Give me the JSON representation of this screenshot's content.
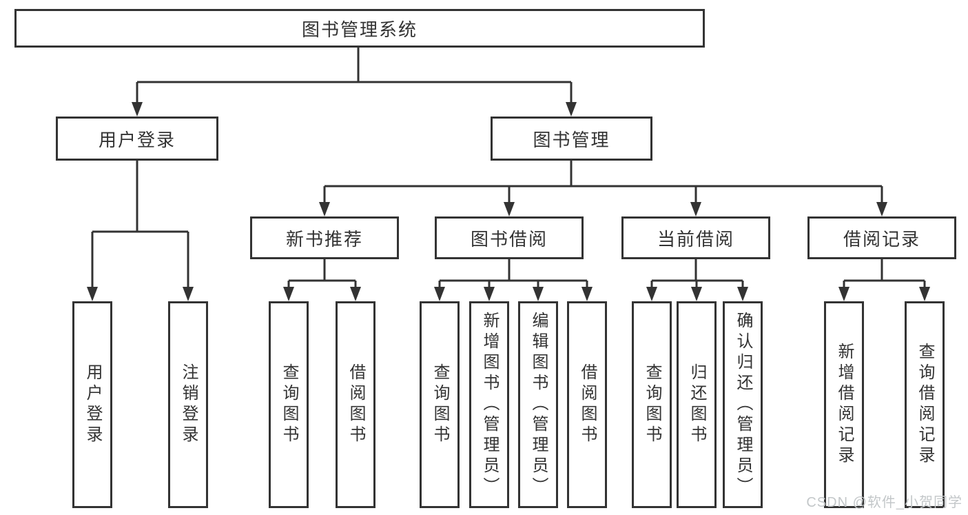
{
  "diagram": {
    "root": {
      "label": "图书管理系统"
    },
    "modules": [
      {
        "label": "用户登录",
        "children": [
          {
            "label": "用户登录"
          },
          {
            "label": "注销登录"
          }
        ]
      },
      {
        "label": "图书管理",
        "submodules": [
          {
            "label": "新书推荐",
            "children": [
              {
                "label": "查询图书"
              },
              {
                "label": "借阅图书"
              }
            ]
          },
          {
            "label": "图书借阅",
            "children": [
              {
                "label": "查询图书"
              },
              {
                "label": "新增图书（管理员）"
              },
              {
                "label": "编辑图书（管理员）"
              },
              {
                "label": "借阅图书"
              }
            ]
          },
          {
            "label": "当前借阅",
            "children": [
              {
                "label": "查询图书"
              },
              {
                "label": "归还图书"
              },
              {
                "label": "确认归还（管理员）"
              }
            ]
          },
          {
            "label": "借阅记录",
            "children": [
              {
                "label": "新增借阅记录"
              },
              {
                "label": "查询借阅记录"
              }
            ]
          }
        ]
      }
    ]
  },
  "watermark": {
    "text": "CSDN @软件_小贺同学"
  },
  "colors": {
    "line": "#333333",
    "text": "#333333",
    "box_fill": "#ffffff",
    "background": "#ffffff",
    "watermark": "#c3c7c9"
  }
}
